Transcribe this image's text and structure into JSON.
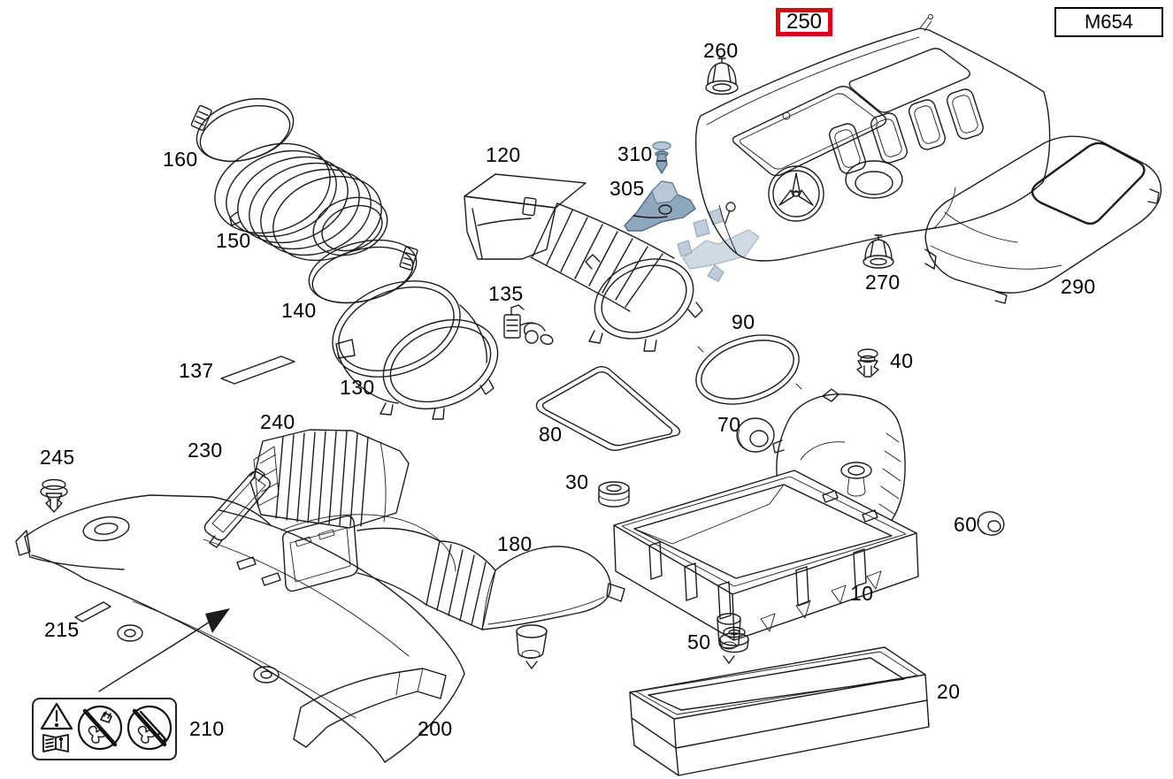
{
  "engine_code": "M654",
  "highlighted_callout": "250",
  "callouts": {
    "p10": {
      "label": "10"
    },
    "p20": {
      "label": "20"
    },
    "p30": {
      "label": "30"
    },
    "p40": {
      "label": "40"
    },
    "p50": {
      "label": "50"
    },
    "p60": {
      "label": "60"
    },
    "p70": {
      "label": "70"
    },
    "p80": {
      "label": "80"
    },
    "p90": {
      "label": "90"
    },
    "p120": {
      "label": "120"
    },
    "p130": {
      "label": "130"
    },
    "p135": {
      "label": "135"
    },
    "p137": {
      "label": "137"
    },
    "p140": {
      "label": "140"
    },
    "p150": {
      "label": "150"
    },
    "p160": {
      "label": "160"
    },
    "p180": {
      "label": "180"
    },
    "p200": {
      "label": "200"
    },
    "p210": {
      "label": "210"
    },
    "p215": {
      "label": "215"
    },
    "p230": {
      "label": "230"
    },
    "p240": {
      "label": "240"
    },
    "p245": {
      "label": "245"
    },
    "p250": {
      "label": "250"
    },
    "p260": {
      "label": "260"
    },
    "p270": {
      "label": "270"
    },
    "p290": {
      "label": "290"
    },
    "p305": {
      "label": "305"
    },
    "p310": {
      "label": "310"
    }
  },
  "warning_label": {
    "icons": [
      "warning-triangle-icon",
      "manual-book-icon",
      "no-hand-in-fan-icon",
      "no-tool-in-fan-icon"
    ]
  },
  "colors": {
    "highlight_red": "#e30016",
    "line": "#1c1c1c",
    "accent_part_blue": "#8fa7bd",
    "ghost_part_blue": "#ccd6e0",
    "background": "#ffffff"
  }
}
